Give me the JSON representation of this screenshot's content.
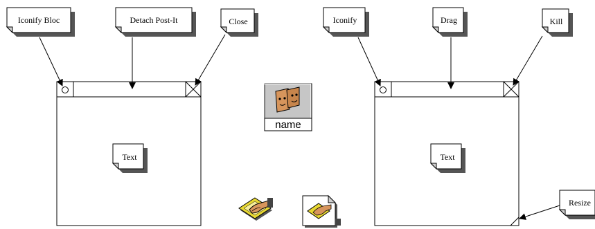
{
  "left_panel": {
    "callouts": {
      "iconify": "Iconify Bloc",
      "detach": "Detach Post-It",
      "close": "Close"
    },
    "note": "Text"
  },
  "center": {
    "desktop_icon_label": "name",
    "drag_hand_icon": "hand-on-document-icon",
    "document_icon": "dog-eared-document-icon"
  },
  "right_panel": {
    "callouts": {
      "iconify": "Iconify",
      "drag": "Drag",
      "kill": "Kill",
      "resize": "Resize"
    },
    "note": "Text"
  },
  "colors": {
    "note_fill": "#ffffff",
    "note_shadow": "#555555",
    "folded_corner": "#d0d0d0",
    "icon_face": "#d7955c",
    "icon_tile": "#c6c6c6",
    "diamond": "#e8d832"
  }
}
